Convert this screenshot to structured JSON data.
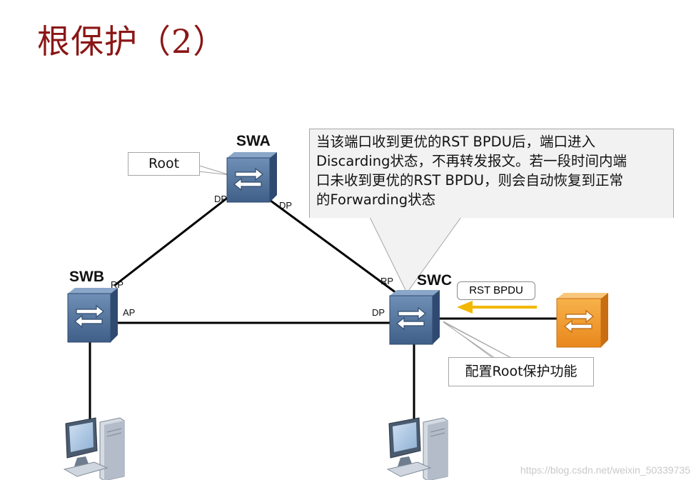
{
  "title": "根保护（2）",
  "devices": {
    "swa": {
      "label": "SWA",
      "ports": [
        "DP",
        "DP"
      ]
    },
    "swb": {
      "label": "SWB",
      "ports": [
        "RP",
        "AP"
      ]
    },
    "swc": {
      "label": "SWC",
      "ports": [
        "RP",
        "DP"
      ]
    }
  },
  "callouts": {
    "root": "Root",
    "explanation_lines": [
      "当该端口收到更优的RST BPDU后，端口进入",
      "Discarding状态，不再转发报文。若一段时间内端",
      "口未收到更优的RST BPDU，则会自动恢复到正常",
      "的Forwarding状态"
    ],
    "config": "配置Root保护功能"
  },
  "message": {
    "label": "RST BPDU",
    "arrow_color": "#f2b800"
  },
  "icons": [
    "switch-icon",
    "pc-icon"
  ],
  "colors": {
    "title": "#8b1616",
    "switch_blue": "#4d6d94",
    "switch_orange": "#f39a2a",
    "callout_fill": "#f2f2f2"
  },
  "watermark": "https://blog.csdn.net/weixin_50339735"
}
